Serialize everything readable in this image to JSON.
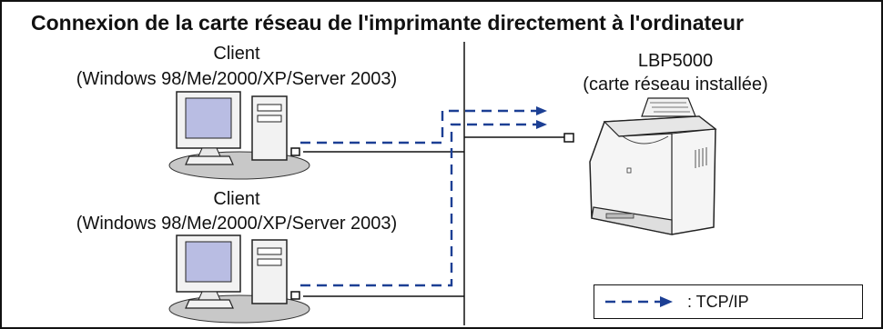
{
  "title": "Connexion de la carte réseau de l'imprimante directement à l'ordinateur",
  "clients": [
    {
      "name": "Client",
      "os": "(Windows 98/Me/2000/XP/Server 2003)"
    },
    {
      "name": "Client",
      "os": "(Windows 98/Me/2000/XP/Server 2003)"
    }
  ],
  "printer": {
    "name": "LBP5000",
    "subtitle": "(carte réseau installée)"
  },
  "legend": {
    "label": ": TCP/IP"
  },
  "colors": {
    "tcpip_arrow": "#1c3f94",
    "line": "#111111",
    "screen": "#b9bde3",
    "shadow": "#c8c8c8"
  }
}
